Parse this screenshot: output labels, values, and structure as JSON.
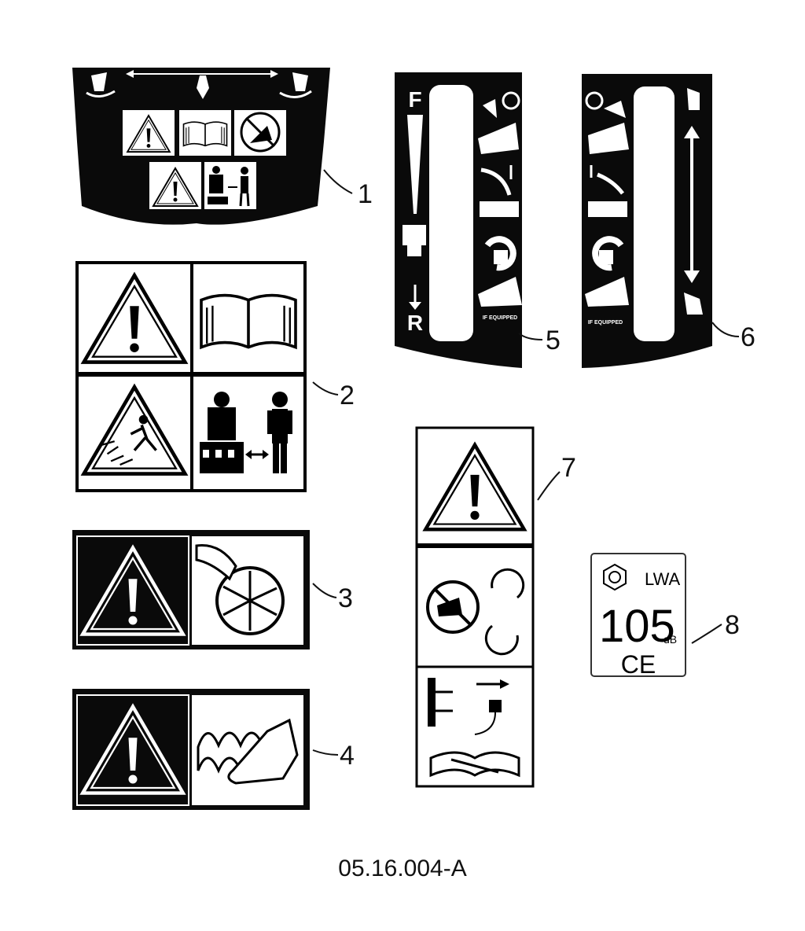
{
  "figure_id": "05.16.004-A",
  "callouts": [
    "1",
    "2",
    "3",
    "4",
    "5",
    "6",
    "7",
    "8"
  ],
  "decal5": {
    "top_letter": "F",
    "bottom_letter": "R",
    "note": "IF EQUIPPED"
  },
  "decal6": {
    "note": "IF EQUIPPED"
  },
  "decal8": {
    "symbol": "LWA",
    "level": "105",
    "unit": "dB",
    "mark": "CE"
  }
}
